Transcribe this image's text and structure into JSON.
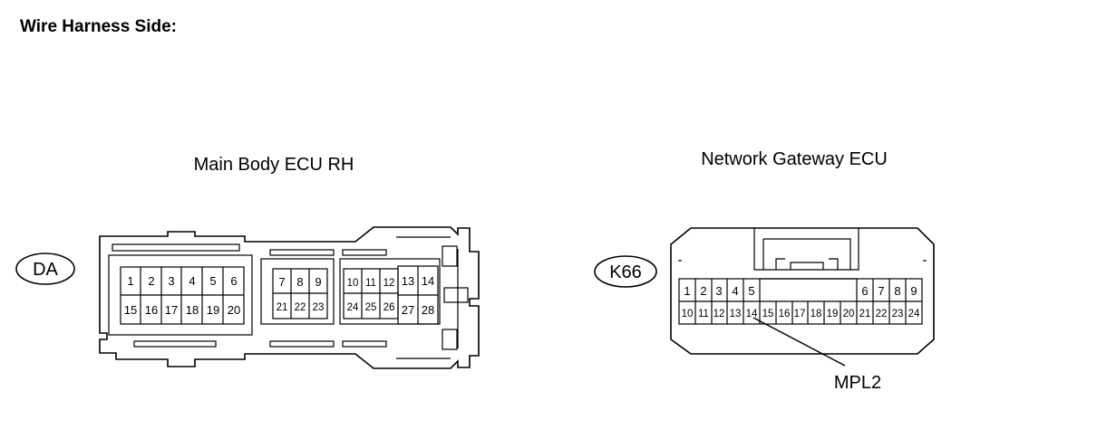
{
  "heading": "Wire Harness Side:",
  "connectors": [
    {
      "title": "Main Body ECU RH",
      "tag": "DA",
      "pins": [
        "1",
        "2",
        "3",
        "4",
        "5",
        "6",
        "7",
        "8",
        "9",
        "10",
        "11",
        "12",
        "13",
        "14",
        "15",
        "16",
        "17",
        "18",
        "19",
        "20",
        "21",
        "22",
        "23",
        "24",
        "25",
        "26",
        "27",
        "28"
      ]
    },
    {
      "title": "Network Gateway ECU",
      "tag": "K66",
      "pins": [
        "1",
        "2",
        "3",
        "4",
        "5",
        "6",
        "7",
        "8",
        "9",
        "10",
        "11",
        "12",
        "13",
        "14",
        "15",
        "16",
        "17",
        "18",
        "19",
        "20",
        "21",
        "22",
        "23",
        "24"
      ],
      "callout": {
        "pin": "14",
        "label": "MPL2"
      }
    }
  ]
}
